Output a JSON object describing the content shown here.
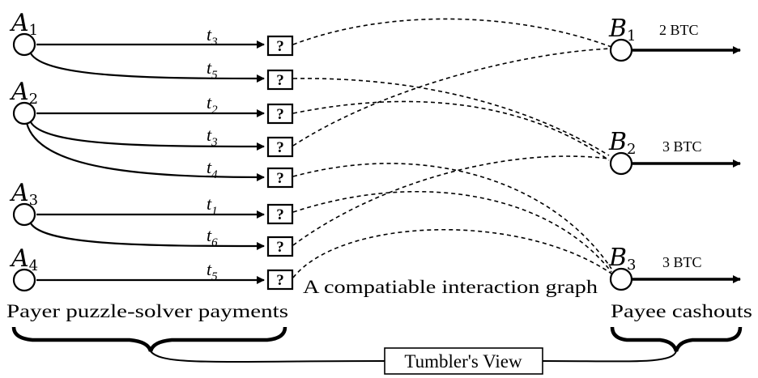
{
  "payers": [
    {
      "letter": "A",
      "sub": "1"
    },
    {
      "letter": "A",
      "sub": "2"
    },
    {
      "letter": "A",
      "sub": "3"
    },
    {
      "letter": "A",
      "sub": "4"
    }
  ],
  "payees": [
    {
      "letter": "B",
      "sub": "1",
      "amount": "2 BTC"
    },
    {
      "letter": "B",
      "sub": "2",
      "amount": "3 BTC"
    },
    {
      "letter": "B",
      "sub": "3",
      "amount": "3 BTC"
    }
  ],
  "edges": [
    {
      "label": "t",
      "sub": "3",
      "from_payer": 1,
      "to_payee": 1
    },
    {
      "label": "t",
      "sub": "5",
      "from_payer": 1,
      "to_payee": 2
    },
    {
      "label": "t",
      "sub": "2",
      "from_payer": 2,
      "to_payee": 2
    },
    {
      "label": "t",
      "sub": "3",
      "from_payer": 2,
      "to_payee": 1
    },
    {
      "label": "t",
      "sub": "4",
      "from_payer": 2,
      "to_payee": 3
    },
    {
      "label": "t",
      "sub": "1",
      "from_payer": 3,
      "to_payee": 3
    },
    {
      "label": "t",
      "sub": "6",
      "from_payer": 3,
      "to_payee": 2
    },
    {
      "label": "t",
      "sub": "5",
      "from_payer": 4,
      "to_payee": 3
    }
  ],
  "puzzle_symbol": "?",
  "interaction_graph_label": "A compatiable interaction graph",
  "payer_group_label": "Payer puzzle-solver payments",
  "payee_group_label": "Payee cashouts",
  "tumbler_label": "Tumbler's View"
}
